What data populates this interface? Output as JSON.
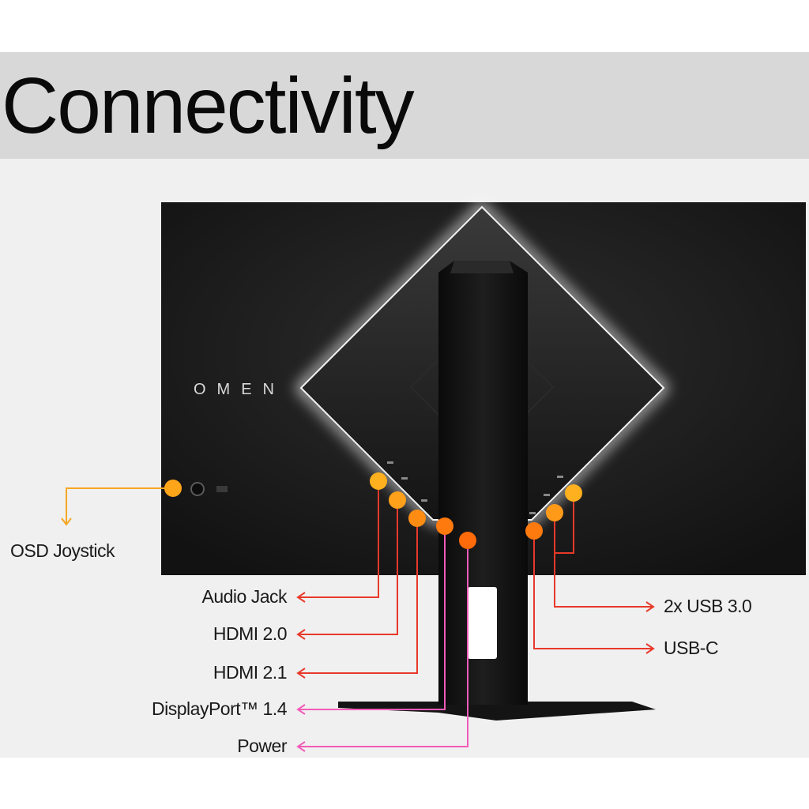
{
  "header": {
    "title": "Connectivity"
  },
  "monitor": {
    "brand_logo": "OMEN"
  },
  "ports": {
    "osd_joystick": "OSD Joystick",
    "audio_jack": "Audio Jack",
    "hdmi_20": "HDMI 2.0",
    "hdmi_21": "HDMI 2.1",
    "displayport": "DisplayPort™ 1.4",
    "power": "Power",
    "usb_30": "2x USB 3.0",
    "usb_c": "USB-C"
  },
  "colors": {
    "title_band": "#d8d8d8",
    "content_band": "#f0f0f0",
    "marker_orange": "#ffa51a",
    "marker_dark_orange": "#ff6a0a",
    "line_red": "#e8392a",
    "line_pink": "#f25bb8",
    "line_orange": "#f5a623"
  }
}
